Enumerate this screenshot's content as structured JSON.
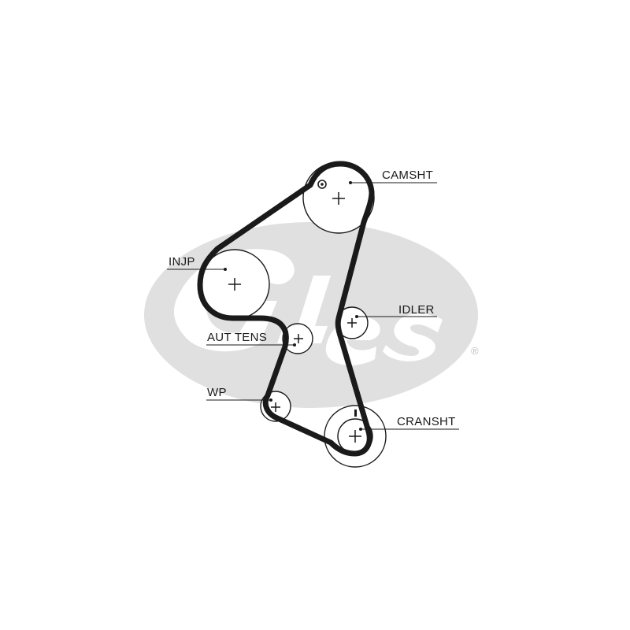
{
  "diagram": {
    "labels": {
      "camsht": "CAMSHT",
      "injp": "INJP",
      "idler": "IDLER",
      "aut_tens": "AUT TENS",
      "wp": "WP",
      "cransht": "CRANSHT"
    },
    "registered_mark": "®",
    "colors": {
      "ink": "#1a1a1a",
      "logo_gray": "#e0e0e0",
      "background": "#ffffff"
    },
    "icons": [
      "gates-logo",
      "timing-mark-icon",
      "crankshaft-timing-mark"
    ]
  }
}
